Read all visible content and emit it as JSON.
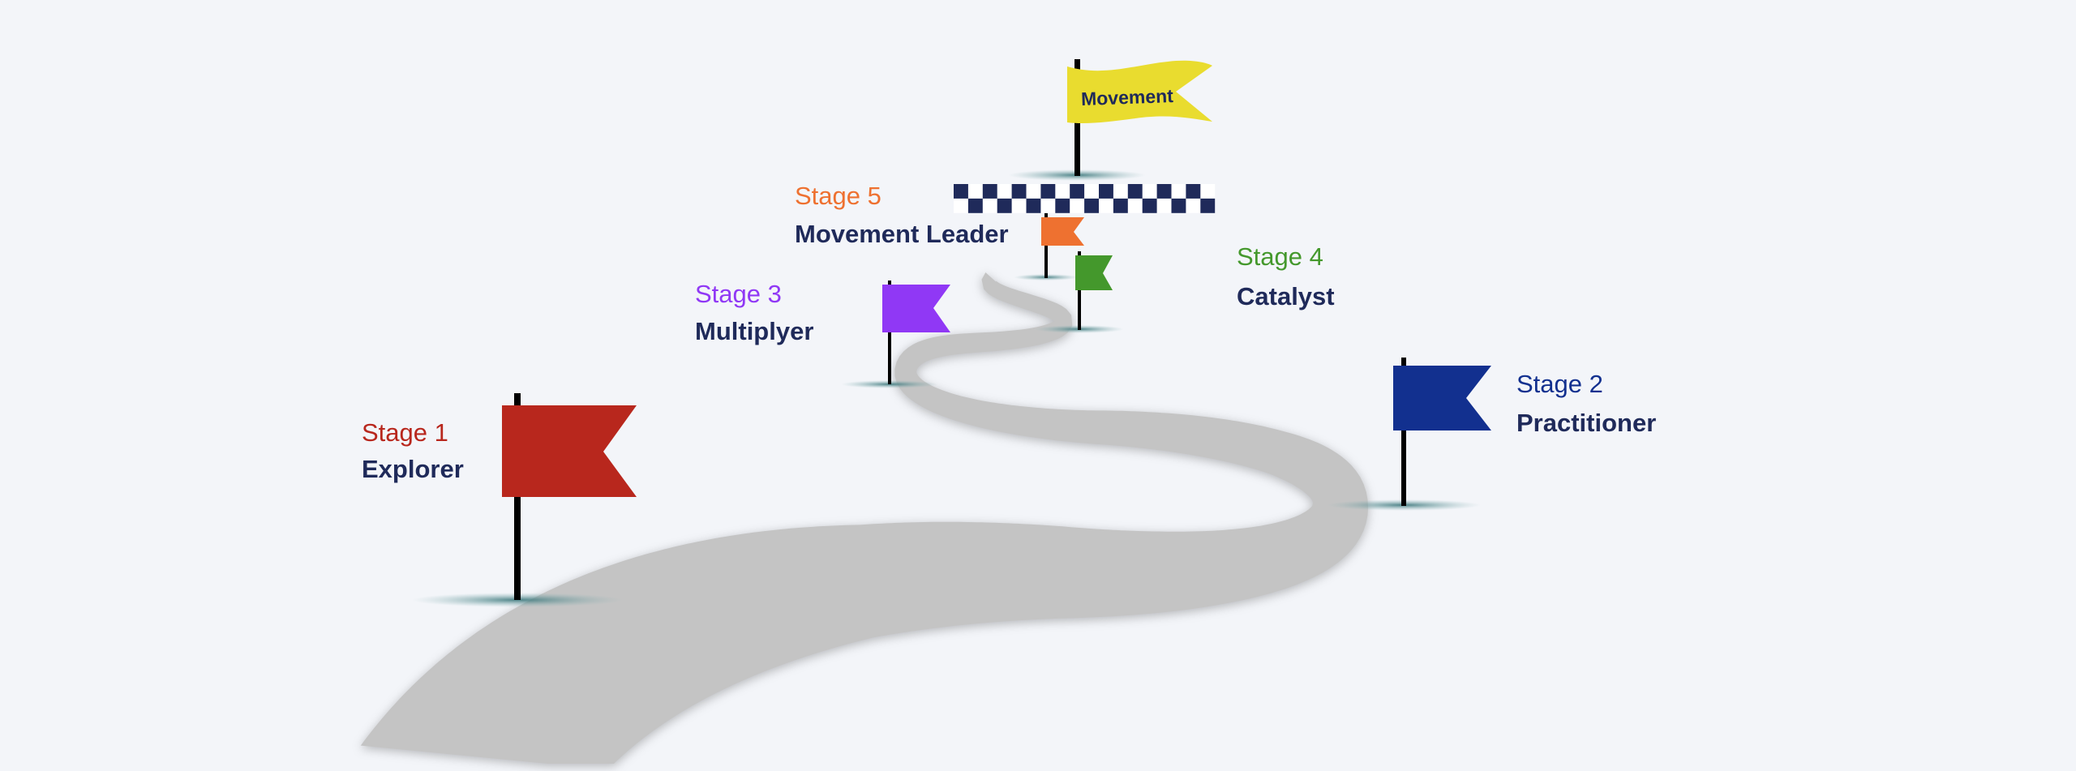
{
  "goal_flag": {
    "label": "Movement",
    "color": "#E9DC2F"
  },
  "stages": [
    {
      "stage": "Stage 1",
      "name": "Explorer",
      "color": "#B8271D"
    },
    {
      "stage": "Stage 2",
      "name": "Practitioner",
      "color": "#12308F"
    },
    {
      "stage": "Stage 3",
      "name": "Multiplyer",
      "color": "#9038F5"
    },
    {
      "stage": "Stage 4",
      "name": "Catalyst",
      "color": "#44982C"
    },
    {
      "stage": "Stage 5",
      "name": "Movement Leader",
      "color": "#EE7130"
    }
  ],
  "colors": {
    "background": "#F3F5F9",
    "road": "#C4C4C4",
    "navy": "#1F2A5A",
    "pole": "#000000"
  }
}
